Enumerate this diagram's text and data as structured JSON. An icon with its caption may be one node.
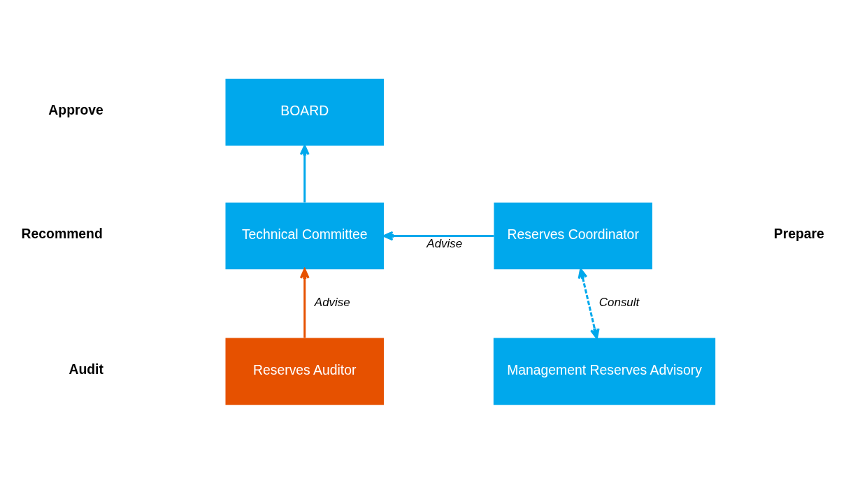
{
  "diagram": {
    "nodes": [
      {
        "text": [
          "BOARD"
        ]
      },
      {
        "text": [
          "Technical Committee"
        ]
      },
      {
        "text": [
          "Reserves Coordinator"
        ]
      },
      {
        "text": [
          "Reserves Auditor"
        ]
      },
      {
        "text": [
          "Management Reserves Advisory"
        ]
      }
    ],
    "edges": [
      {
        "from": 1,
        "to": 0,
        "arrow": "to"
      },
      {
        "from": 2,
        "to": 1,
        "arrow": "to",
        "label": "Advise"
      },
      {
        "from": 3,
        "to": 1,
        "arrow": "to",
        "label": "Advise",
        "color": "#e65100"
      },
      {
        "from": 2,
        "to": 4,
        "arrow": "both",
        "label": "Consult",
        "style": "dashed"
      }
    ],
    "labels": [
      "Approve",
      "Recommend",
      "Prepare",
      "Audit"
    ]
  }
}
